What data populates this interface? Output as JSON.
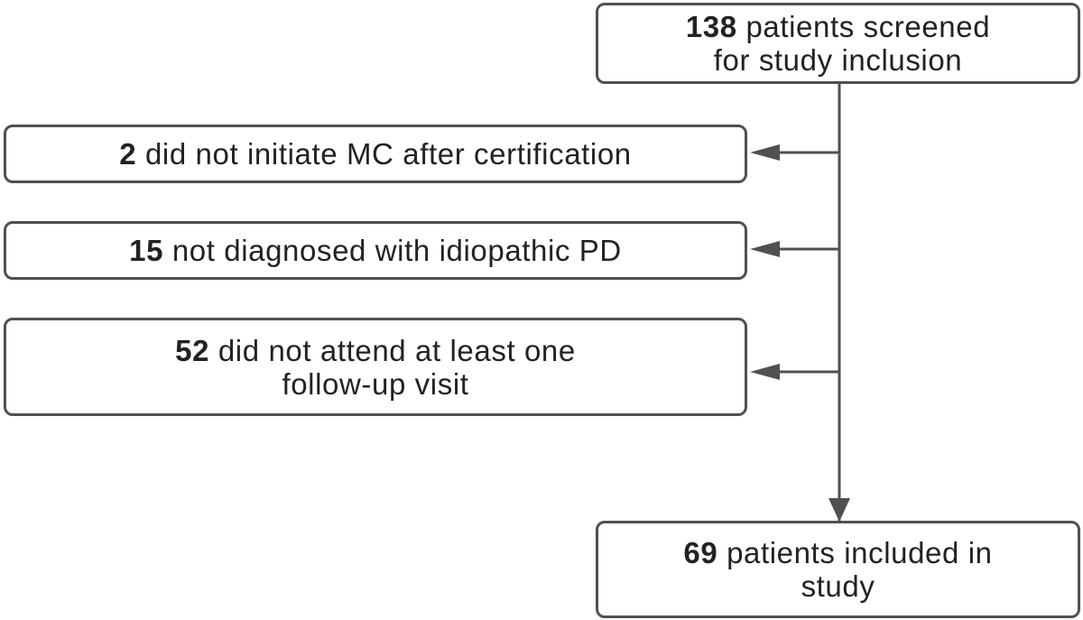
{
  "screened": {
    "count": "138",
    "lines": [
      "patients screened",
      "for study inclusion"
    ]
  },
  "exclusions": [
    {
      "count": "2",
      "lines": [
        "did not initiate MC after certification"
      ]
    },
    {
      "count": "15",
      "lines": [
        "not diagnosed with idiopathic PD"
      ]
    },
    {
      "count": "52",
      "lines": [
        "did not attend at least one",
        "follow-up visit"
      ]
    }
  ],
  "included": {
    "count": "69",
    "lines": [
      "patients included in",
      "study"
    ]
  },
  "colors": {
    "border": "#505050",
    "arrow": "#505050",
    "text": "#222222"
  }
}
